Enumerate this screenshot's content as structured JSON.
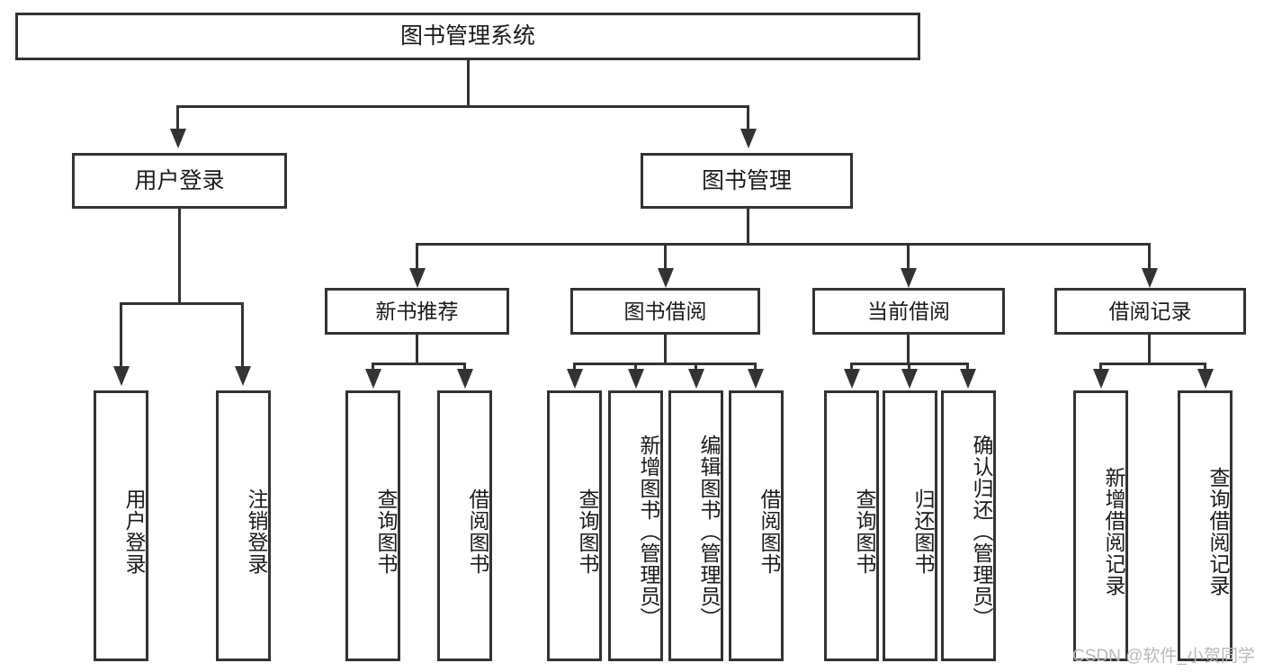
{
  "diagram": {
    "title": "图书管理系统",
    "type": "hierarchy-tree",
    "colors": {
      "stroke": "#333333",
      "fill": "#ffffff",
      "text": "#1a1a1a",
      "watermark": "#b8b8b8"
    },
    "root": {
      "label": "图书管理系统"
    },
    "level2": [
      {
        "label": "用户登录"
      },
      {
        "label": "图书管理"
      }
    ],
    "level3": [
      {
        "label": "新书推荐"
      },
      {
        "label": "图书借阅"
      },
      {
        "label": "当前借阅"
      },
      {
        "label": "借阅记录"
      }
    ],
    "leaves": {
      "user_login": [
        {
          "label": "用户登录"
        },
        {
          "label": "注销登录"
        }
      ],
      "new_book_recommend": [
        {
          "label": "查询图书"
        },
        {
          "label": "借阅图书"
        }
      ],
      "book_borrow": [
        {
          "label": "查询图书"
        },
        {
          "label": "新增图书（管理员）"
        },
        {
          "label": "编辑图书（管理员）"
        },
        {
          "label": "借阅图书"
        }
      ],
      "current_borrow": [
        {
          "label": "查询图书"
        },
        {
          "label": "归还图书"
        },
        {
          "label": "确认归还（管理员）"
        }
      ],
      "borrow_record": [
        {
          "label": "新增借阅记录"
        },
        {
          "label": "查询借阅记录"
        }
      ]
    }
  },
  "watermark": {
    "text": "CSDN @软件_小贺同学"
  }
}
